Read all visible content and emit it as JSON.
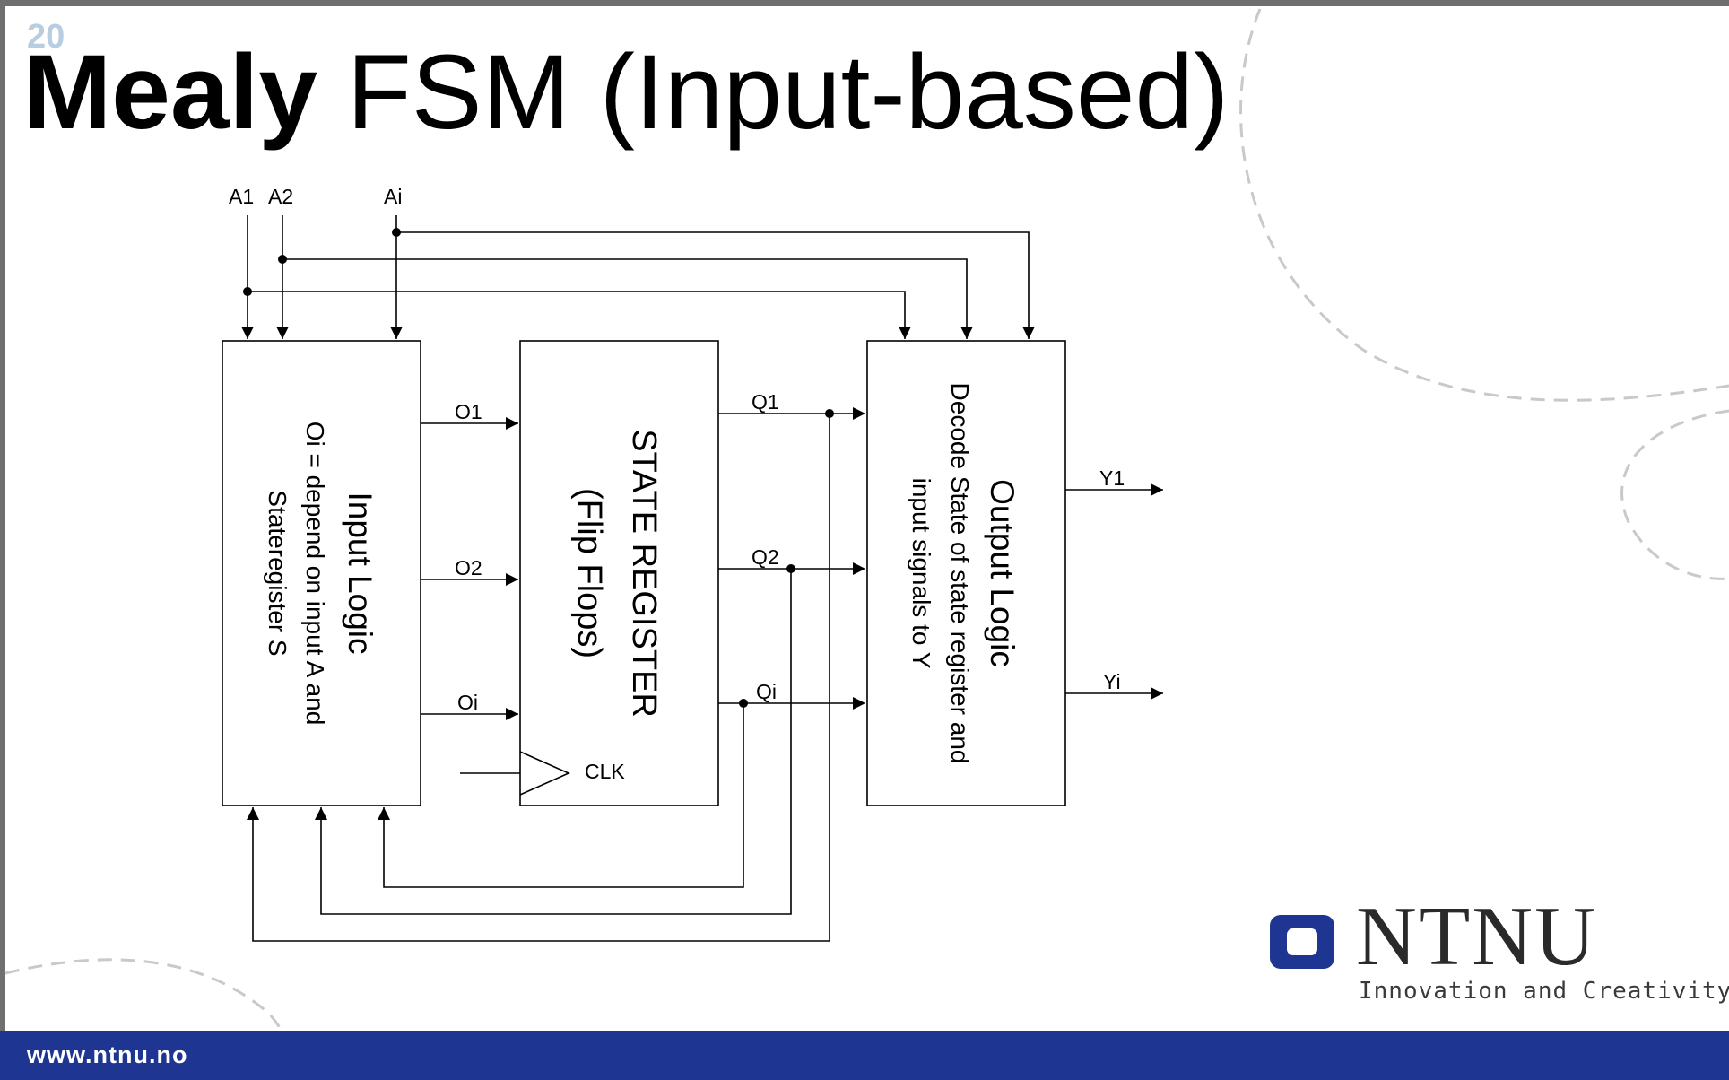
{
  "slide": {
    "number": "20",
    "title_bold": "Mealy",
    "title_rest": " FSM (Input-based)"
  },
  "diagram": {
    "inputs": [
      "A1",
      "A2",
      "Ai"
    ],
    "input_logic": {
      "title": "Input Logic",
      "line1": "Oi = depend on input A and",
      "line2": "Stateregister S"
    },
    "state_register": {
      "title": "STATE REGISTER",
      "subtitle": "(Flip Flops)",
      "clock": "CLK"
    },
    "output_logic": {
      "title": "Output Logic",
      "line1": "Decode State of state register and",
      "line2": "input signals  to Y"
    },
    "o_signals": [
      "O1",
      "O2",
      "Oi"
    ],
    "q_signals": [
      "Q1",
      "Q2",
      "Qi"
    ],
    "y_signals": [
      "Y1",
      "Yi"
    ]
  },
  "logo": {
    "name": "NTNU",
    "tagline": "Innovation and Creativity",
    "color": "#1e3592"
  },
  "footer": {
    "url": "www.ntnu.no",
    "color": "#1e3592"
  }
}
